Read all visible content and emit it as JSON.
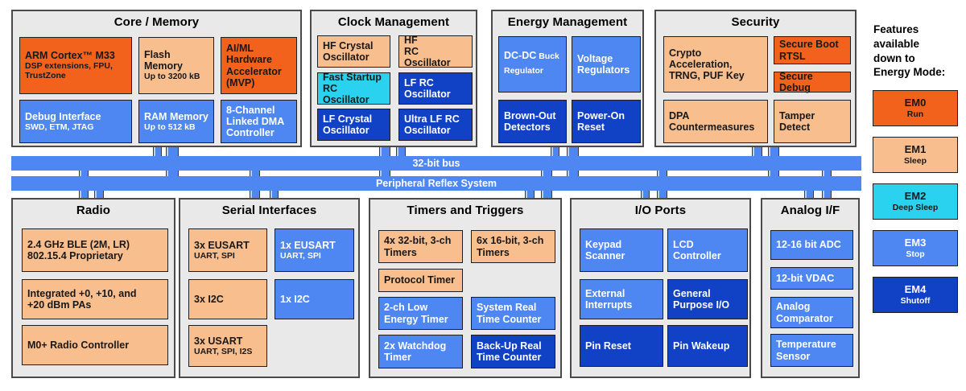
{
  "diagram": {
    "colors": {
      "orange": "#F2621D",
      "peach": "#F9BE8D",
      "cyan": "#2BD2EF",
      "medium_blue": "#4E87F2",
      "dark_blue": "#1141C4",
      "bus_blue": "#4E87F2",
      "section_bg": "#E9E9E9"
    },
    "buses": [
      {
        "id": "bus-32bit",
        "label": "32-bit bus"
      },
      {
        "id": "bus-prs",
        "label": "Peripheral Reflex System"
      }
    ],
    "legend": {
      "heading": "Features\navailable\ndown to\nEnergy Mode:",
      "modes": [
        {
          "id": "em0",
          "name": "EM0",
          "label": "Run",
          "color": "orange"
        },
        {
          "id": "em1",
          "name": "EM1",
          "label": "Sleep",
          "color": "peach"
        },
        {
          "id": "em2",
          "name": "EM2",
          "label": "Deep Sleep",
          "color": "cyan"
        },
        {
          "id": "em3",
          "name": "EM3",
          "label": "Stop",
          "color": "mblue"
        },
        {
          "id": "em4",
          "name": "EM4",
          "label": "Shutoff",
          "color": "dblue"
        }
      ]
    },
    "sections": [
      {
        "id": "core-memory",
        "title": "Core / Memory",
        "blocks": [
          {
            "id": "arm",
            "main": "ARM Cortex™ M33",
            "sub": "DSP extensions, FPU,\nTrustZone",
            "color": "orange"
          },
          {
            "id": "flash",
            "main": "Flash\nMemory",
            "sub": "Up to 3200 kB",
            "color": "peach"
          },
          {
            "id": "aiml",
            "main": "AI/ML\nHardware\nAccelerator\n(MVP)",
            "color": "orange"
          },
          {
            "id": "debug",
            "main": "Debug Interface",
            "sub": "SWD, ETM, JTAG",
            "color": "mblue"
          },
          {
            "id": "ram",
            "main": "RAM Memory",
            "sub": "Up to 512 kB",
            "color": "mblue"
          },
          {
            "id": "dma",
            "main": "8-Channel\nLinked DMA\nController",
            "color": "mblue"
          }
        ]
      },
      {
        "id": "clock",
        "title": "Clock Management",
        "blocks": [
          {
            "id": "hfxo",
            "main": "HF Crystal\nOscillator",
            "color": "peach"
          },
          {
            "id": "hfrco",
            "main": "HF\nRC Oscillator",
            "color": "peach"
          },
          {
            "id": "fsrco",
            "main": "Fast Startup\nRC Oscillator",
            "color": "cyan"
          },
          {
            "id": "lfrco",
            "main": "LF RC\nOscillator",
            "color": "dblue"
          },
          {
            "id": "lfxo",
            "main": "LF Crystal\nOscillator",
            "color": "dblue"
          },
          {
            "id": "ulfrco",
            "main": "Ultra LF RC\nOscillator",
            "color": "dblue"
          }
        ]
      },
      {
        "id": "energy",
        "title": "Energy Management",
        "blocks": [
          {
            "id": "dcdc",
            "main": "DC-DC",
            "sub": " Buck Regulator",
            "inline": true,
            "color": "mblue"
          },
          {
            "id": "vreg",
            "main": "Voltage\nRegulators",
            "color": "mblue"
          },
          {
            "id": "bod",
            "main": "Brown-Out\nDetectors",
            "color": "dblue"
          },
          {
            "id": "por",
            "main": "Power-On\nReset",
            "color": "dblue"
          }
        ]
      },
      {
        "id": "security",
        "title": "Security",
        "blocks": [
          {
            "id": "crypto",
            "main": "Crypto\nAcceleration,\nTRNG, PUF Key",
            "color": "peach"
          },
          {
            "id": "secboot",
            "main": "Secure Boot\nRTSL",
            "color": "orange"
          },
          {
            "id": "secdebug",
            "main": "Secure Debug",
            "color": "orange"
          },
          {
            "id": "dpa",
            "main": "DPA\nCountermeasures",
            "color": "peach"
          },
          {
            "id": "tamper",
            "main": "Tamper Detect",
            "color": "peach"
          }
        ]
      },
      {
        "id": "radio",
        "title": "Radio",
        "blocks": [
          {
            "id": "ble",
            "main": "2.4 GHz BLE (2M, LR)\n802.15.4 Proprietary",
            "color": "peach"
          },
          {
            "id": "pa",
            "main": "Integrated +0,  +10, and\n+20 dBm PAs",
            "color": "peach"
          },
          {
            "id": "m0",
            "main": "M0+ Radio Controller",
            "color": "peach"
          }
        ]
      },
      {
        "id": "serial",
        "title": "Serial Interfaces",
        "blocks": [
          {
            "id": "eusart3",
            "main": "3x EUSART",
            "sub": "UART, SPI",
            "color": "peach"
          },
          {
            "id": "eusart1",
            "main": "1x EUSART",
            "sub": "UART, SPI",
            "color": "mblue"
          },
          {
            "id": "i2c3",
            "main": "3x I2C",
            "color": "peach"
          },
          {
            "id": "i2c1",
            "main": "1x I2C",
            "color": "mblue"
          },
          {
            "id": "usart3",
            "main": "3x USART",
            "sub": "UART, SPI, I2S",
            "color": "peach"
          }
        ]
      },
      {
        "id": "timers",
        "title": "Timers and Triggers",
        "blocks": [
          {
            "id": "t32",
            "main": "4x 32-bit, 3-ch\nTimers",
            "color": "peach"
          },
          {
            "id": "t16",
            "main": "6x 16-bit, 3-ch\nTimers",
            "color": "peach"
          },
          {
            "id": "prototimer",
            "main": "Protocol Timer",
            "color": "peach"
          },
          {
            "id": "letimer",
            "main": "2-ch Low\nEnergy Timer",
            "color": "mblue"
          },
          {
            "id": "sysrtc",
            "main": "System Real\nTime Counter",
            "color": "mblue"
          },
          {
            "id": "wdog",
            "main": "2x Watchdog\nTimer",
            "color": "mblue"
          },
          {
            "id": "burtc",
            "main": "Back-Up Real\nTime Counter",
            "color": "dblue"
          }
        ]
      },
      {
        "id": "io",
        "title": "I/O Ports",
        "blocks": [
          {
            "id": "keypad",
            "main": "Keypad\nScanner",
            "color": "mblue"
          },
          {
            "id": "lcd",
            "main": "LCD\nController",
            "color": "mblue"
          },
          {
            "id": "extint",
            "main": "External\nInterrupts",
            "color": "mblue"
          },
          {
            "id": "gpio",
            "main": "General\nPurpose I/O",
            "color": "dblue"
          },
          {
            "id": "pinreset",
            "main": "Pin Reset",
            "color": "dblue"
          },
          {
            "id": "pinwake",
            "main": "Pin Wakeup",
            "color": "dblue"
          }
        ]
      },
      {
        "id": "analog",
        "title": "Analog I/F",
        "blocks": [
          {
            "id": "adc",
            "main": "12-16 bit ADC",
            "color": "mblue"
          },
          {
            "id": "vdac",
            "main": "12-bit VDAC",
            "color": "mblue"
          },
          {
            "id": "acomp",
            "main": "Analog\nComparator",
            "color": "mblue"
          },
          {
            "id": "temp",
            "main": "Temperature\nSensor",
            "color": "mblue"
          }
        ]
      }
    ]
  }
}
